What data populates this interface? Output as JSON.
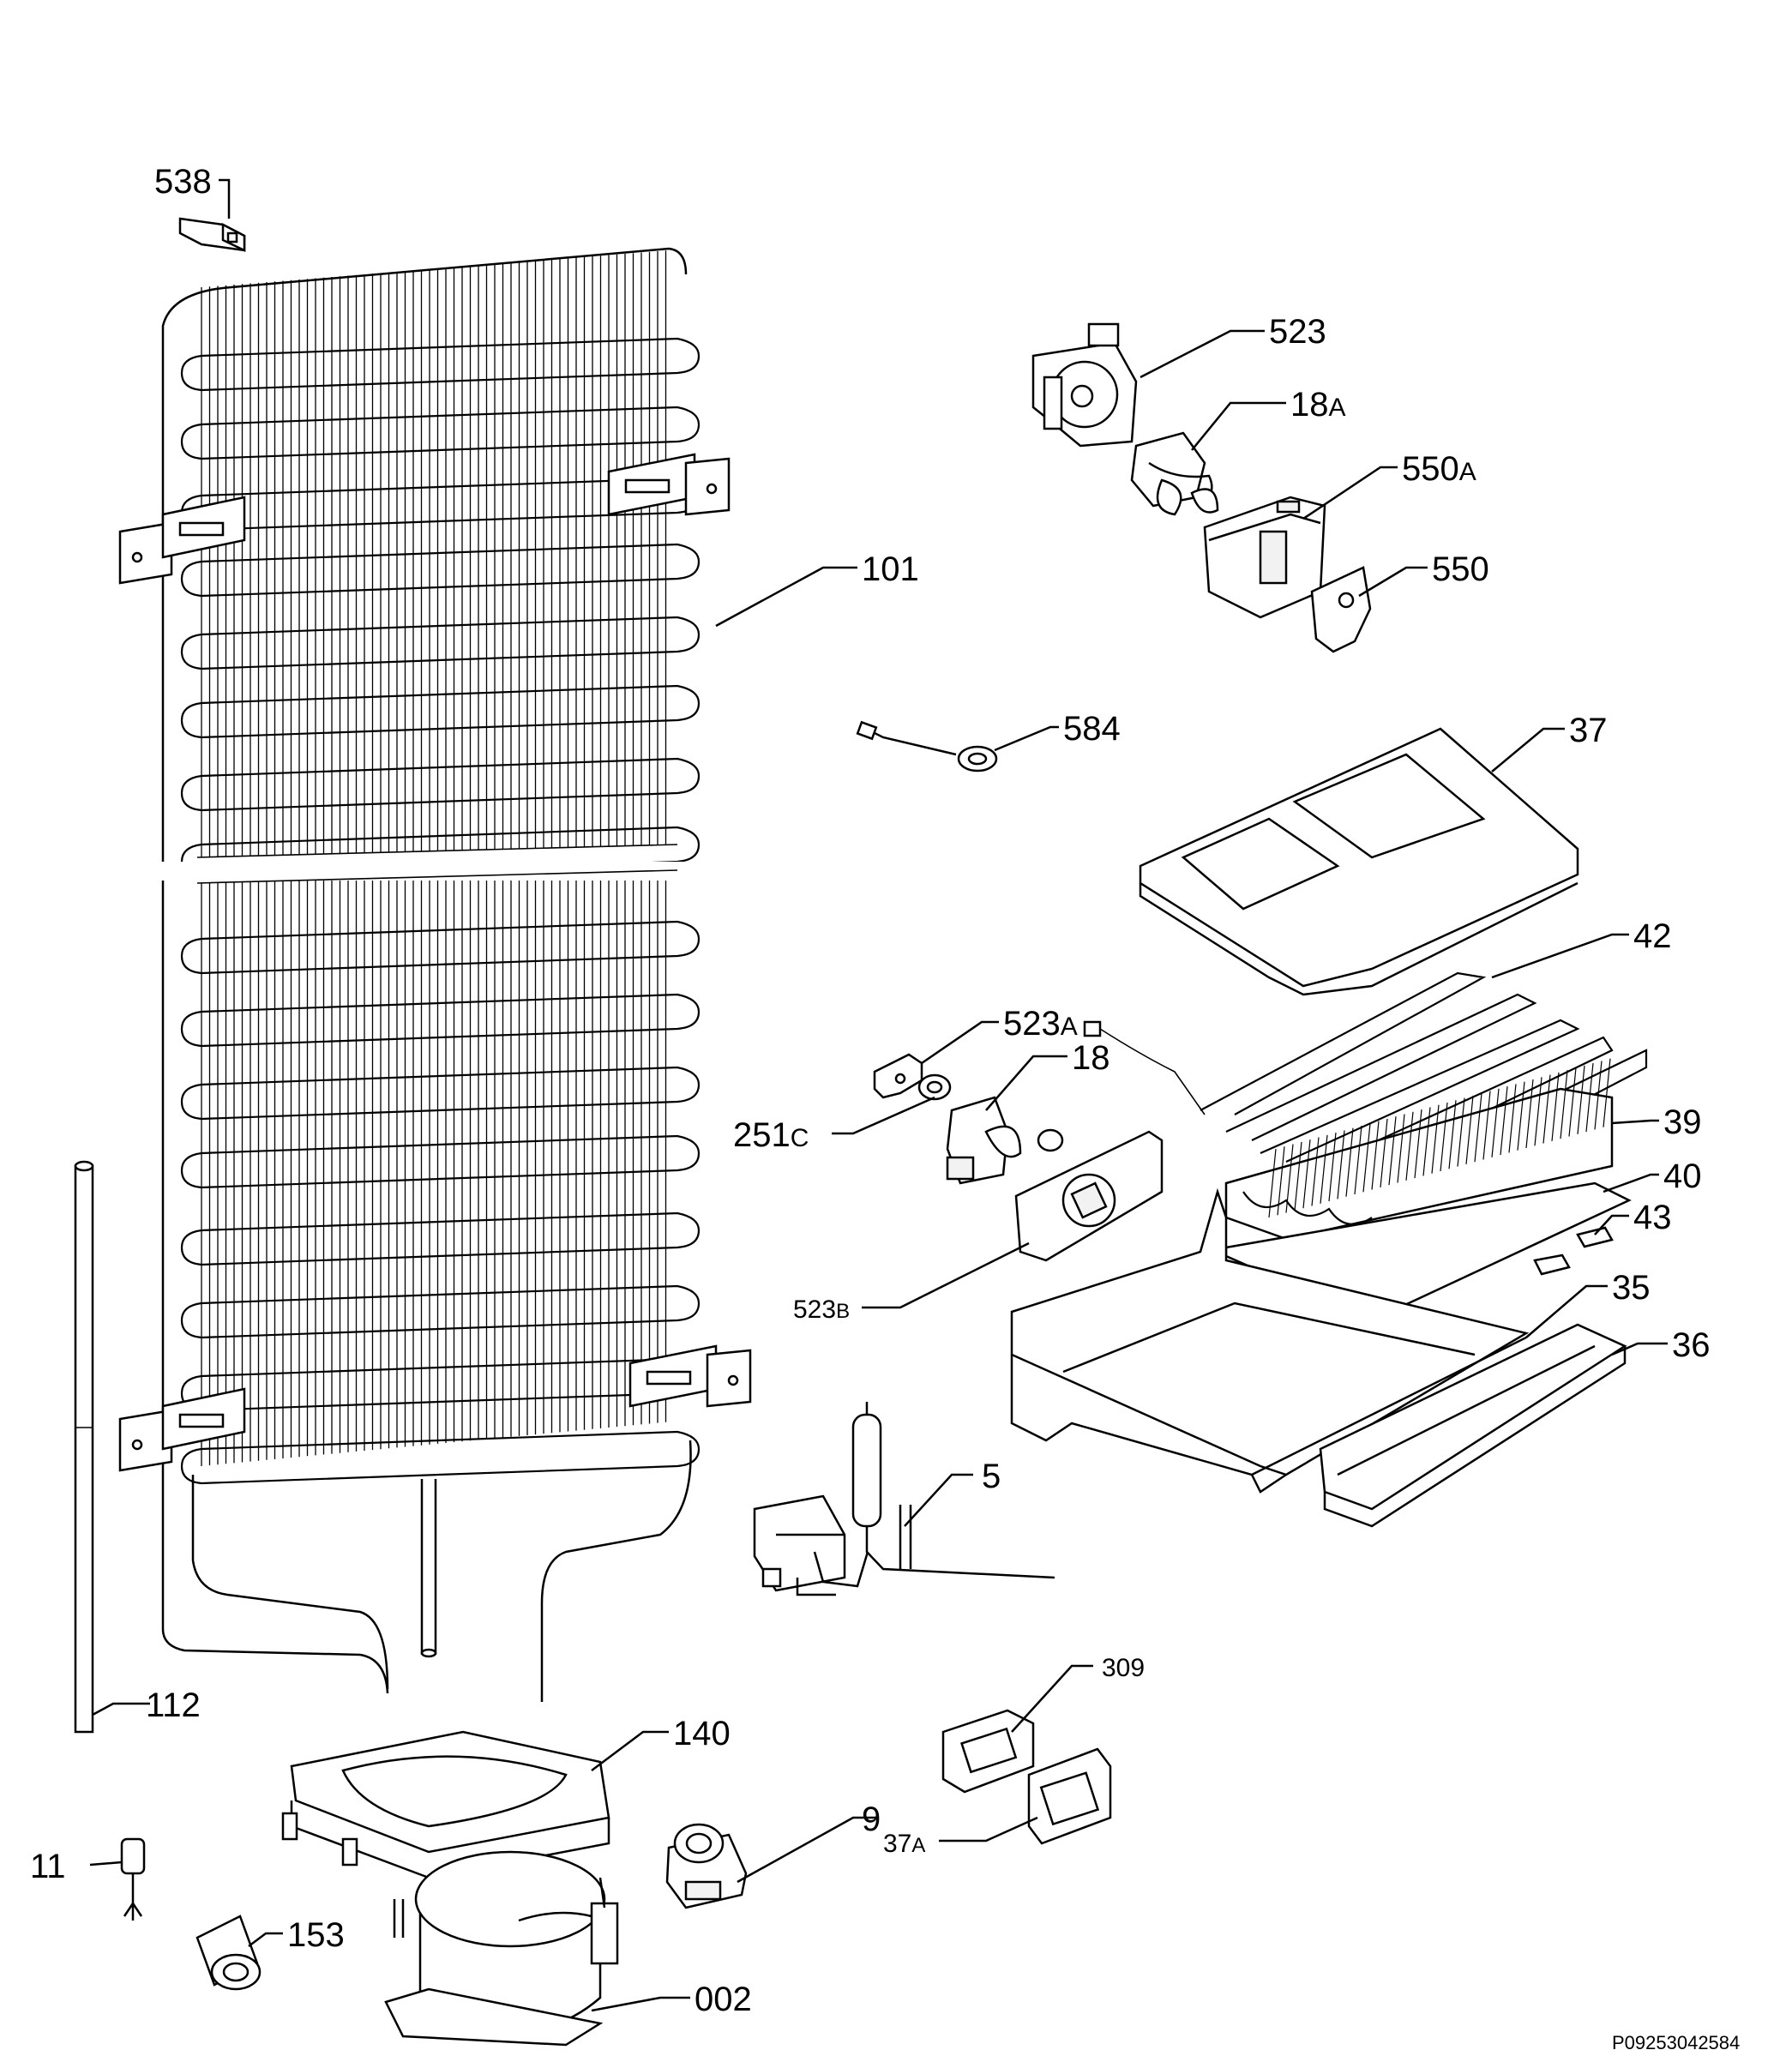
{
  "diagram": {
    "reference": "P09253042584",
    "parts": [
      {
        "id": "p538",
        "num": "538",
        "sub": ""
      },
      {
        "id": "p523",
        "num": "523",
        "sub": ""
      },
      {
        "id": "p18a",
        "num": "18",
        "sub": "A"
      },
      {
        "id": "p550a",
        "num": "550",
        "sub": "A"
      },
      {
        "id": "p101",
        "num": "101",
        "sub": ""
      },
      {
        "id": "p550",
        "num": "550",
        "sub": ""
      },
      {
        "id": "p584",
        "num": "584",
        "sub": ""
      },
      {
        "id": "p37",
        "num": "37",
        "sub": ""
      },
      {
        "id": "p42",
        "num": "42",
        "sub": ""
      },
      {
        "id": "p523a",
        "num": "523",
        "sub": "A"
      },
      {
        "id": "p18",
        "num": "18",
        "sub": ""
      },
      {
        "id": "p251c",
        "num": "251",
        "sub": "C"
      },
      {
        "id": "p39",
        "num": "39",
        "sub": ""
      },
      {
        "id": "p40",
        "num": "40",
        "sub": ""
      },
      {
        "id": "p43",
        "num": "43",
        "sub": ""
      },
      {
        "id": "p523b",
        "num": "523",
        "sub": "B"
      },
      {
        "id": "p35",
        "num": "35",
        "sub": ""
      },
      {
        "id": "p36",
        "num": "36",
        "sub": ""
      },
      {
        "id": "p5",
        "num": "5",
        "sub": ""
      },
      {
        "id": "p309",
        "num": "309",
        "sub": ""
      },
      {
        "id": "p112",
        "num": "112",
        "sub": ""
      },
      {
        "id": "p140",
        "num": "140",
        "sub": ""
      },
      {
        "id": "p9",
        "num": "9",
        "sub": ""
      },
      {
        "id": "p37a",
        "num": "37",
        "sub": "A"
      },
      {
        "id": "p11",
        "num": "11",
        "sub": ""
      },
      {
        "id": "p153",
        "num": "153",
        "sub": ""
      },
      {
        "id": "p002",
        "num": "002",
        "sub": ""
      }
    ]
  }
}
